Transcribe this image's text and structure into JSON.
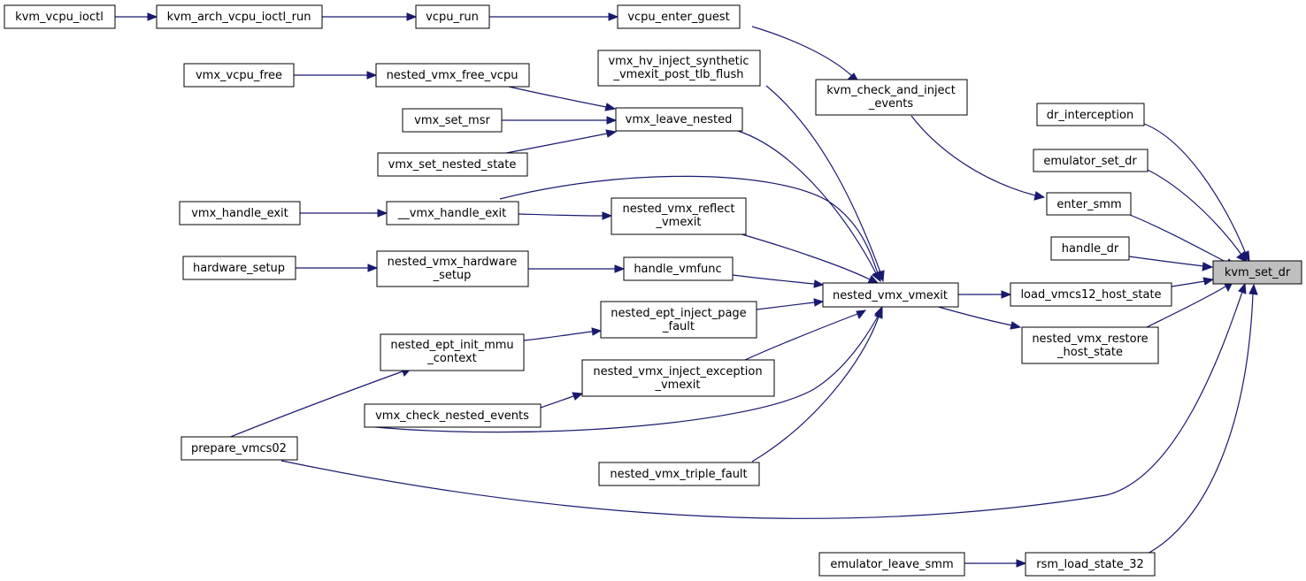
{
  "nodes": {
    "kvm_set_dr": [
      "kvm_set_dr"
    ],
    "dr_interception": [
      "dr_interception"
    ],
    "emulator_set_dr": [
      "emulator_set_dr"
    ],
    "enter_smm": [
      "enter_smm"
    ],
    "handle_dr": [
      "handle_dr"
    ],
    "load_vmcs12_host_state": [
      "load_vmcs12_host_state"
    ],
    "nested_vmx_restore_host_state": [
      "nested_vmx_restore",
      "_host_state"
    ],
    "rsm_load_state_32": [
      "rsm_load_state_32"
    ],
    "emulator_leave_smm": [
      "emulator_leave_smm"
    ],
    "nested_vmx_vmexit": [
      "nested_vmx_vmexit"
    ],
    "kvm_check_and_inject_events": [
      "kvm_check_and_inject",
      "_events"
    ],
    "vcpu_enter_guest": [
      "vcpu_enter_guest"
    ],
    "vcpu_run": [
      "vcpu_run"
    ],
    "kvm_arch_vcpu_ioctl_run": [
      "kvm_arch_vcpu_ioctl_run"
    ],
    "kvm_vcpu_ioctl": [
      "kvm_vcpu_ioctl"
    ],
    "vmx_hv_inject_synthetic": [
      "vmx_hv_inject_synthetic",
      "_vmexit_post_tlb_flush"
    ],
    "vmx_leave_nested": [
      "vmx_leave_nested"
    ],
    "nested_vmx_free_vcpu": [
      "nested_vmx_free_vcpu"
    ],
    "vmx_vcpu_free": [
      "vmx_vcpu_free"
    ],
    "vmx_set_msr": [
      "vmx_set_msr"
    ],
    "vmx_set_nested_state": [
      "vmx_set_nested_state"
    ],
    "__vmx_handle_exit": [
      "__vmx_handle_exit"
    ],
    "vmx_handle_exit": [
      "vmx_handle_exit"
    ],
    "nested_vmx_reflect_vmexit": [
      "nested_vmx_reflect",
      "_vmexit"
    ],
    "handle_vmfunc": [
      "handle_vmfunc"
    ],
    "nested_vmx_hardware_setup": [
      "nested_vmx_hardware",
      "_setup"
    ],
    "hardware_setup": [
      "hardware_setup"
    ],
    "nested_ept_inject_page_fault": [
      "nested_ept_inject_page",
      "_fault"
    ],
    "nested_ept_init_mmu_context": [
      "nested_ept_init_mmu",
      "_context"
    ],
    "nested_vmx_inject_exception_vmexit": [
      "nested_vmx_inject_exception",
      "_vmexit"
    ],
    "vmx_check_nested_events": [
      "vmx_check_nested_events"
    ],
    "prepare_vmcs02": [
      "prepare_vmcs02"
    ],
    "nested_vmx_triple_fault": [
      "nested_vmx_triple_fault"
    ]
  },
  "colors": {
    "edge": "#191970",
    "focus_fill": "#bfbfbf",
    "node_fill": "#ffffff",
    "node_stroke": "#000000"
  }
}
